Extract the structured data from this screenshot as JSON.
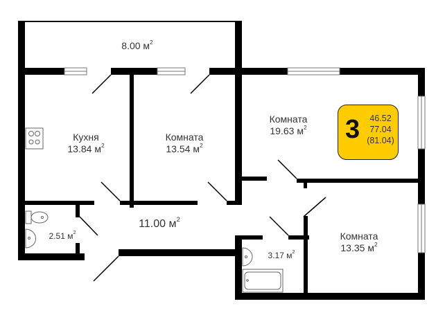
{
  "plan": {
    "rooms": [
      {
        "id": "balcony",
        "name": "",
        "area": "8.00",
        "unit": "м",
        "sup": "2"
      },
      {
        "id": "kitchen",
        "name": "Кухня",
        "area": "13.84",
        "unit": "м",
        "sup": "2"
      },
      {
        "id": "room1",
        "name": "Комната",
        "area": "13.54",
        "unit": "м",
        "sup": "2"
      },
      {
        "id": "room2",
        "name": "Комната",
        "area": "19.63",
        "unit": "м",
        "sup": "2"
      },
      {
        "id": "hall",
        "name": "",
        "area": "11.00",
        "unit": "м",
        "sup": "2"
      },
      {
        "id": "wc",
        "name": "",
        "area": "2.51",
        "unit": "м",
        "sup": "2"
      },
      {
        "id": "bath",
        "name": "",
        "area": "3.17",
        "unit": "м",
        "sup": "2"
      },
      {
        "id": "room3",
        "name": "Комната",
        "area": "13.35",
        "unit": "м",
        "sup": "2"
      }
    ]
  },
  "badge": {
    "rooms_count": "3",
    "living_area": "46.52",
    "total_area": "77.04",
    "total_with_balcony": "(81.04)",
    "color": "#FFCC00"
  }
}
